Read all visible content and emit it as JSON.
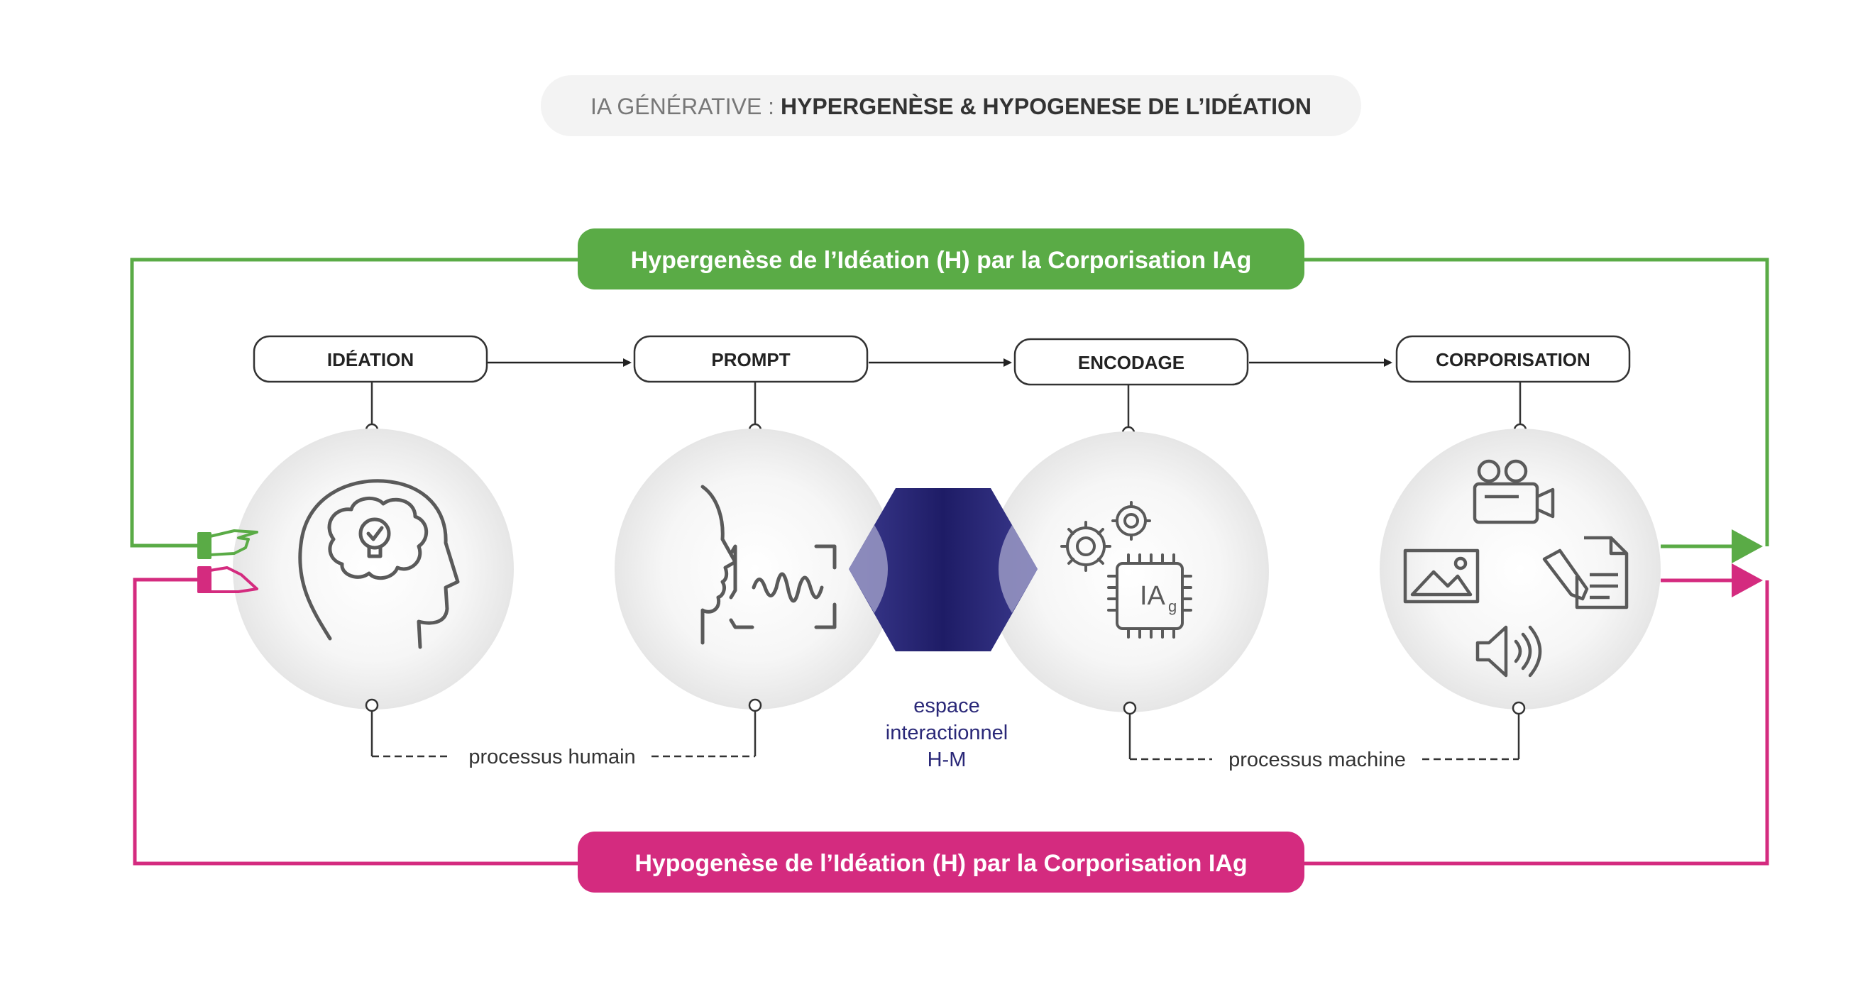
{
  "title": {
    "prefix": "IA GÉNÉRATIVE : ",
    "main": "HYPERGENÈSE & HYPOGENESE DE L’IDÉATION"
  },
  "loops": {
    "top": "Hypergenèse de l’Idéation (H) par la Corporisation IAg",
    "bottom": "Hypogenèse de l’Idéation (H) par la Corporisation IAg"
  },
  "steps": [
    "IDÉATION",
    "PROMPT",
    "ENCODAGE",
    "CORPORISATION"
  ],
  "ia_chip_label": "IA",
  "ia_chip_sub": "g",
  "center_label": [
    "espace",
    "interactionnel",
    "H-M"
  ],
  "process_labels": {
    "human": "processus humain",
    "machine": "processus machine"
  },
  "colors": {
    "green": "#5aab46",
    "magenta": "#d42b7f",
    "navy": "#2a2878",
    "icon": "#5a5a5a",
    "dark_text": "#333333"
  },
  "icons": {
    "ideation": "brain-lightbulb-head-icon",
    "prompt": "speaking-face-voice-icon",
    "encodage": "gears-ai-chip-icon",
    "corporisation": [
      "video-camera-icon",
      "image-icon",
      "document-pen-icon",
      "speaker-icon"
    ],
    "hands": [
      "pointing-hand-green-icon",
      "pointing-hand-magenta-icon"
    ]
  }
}
